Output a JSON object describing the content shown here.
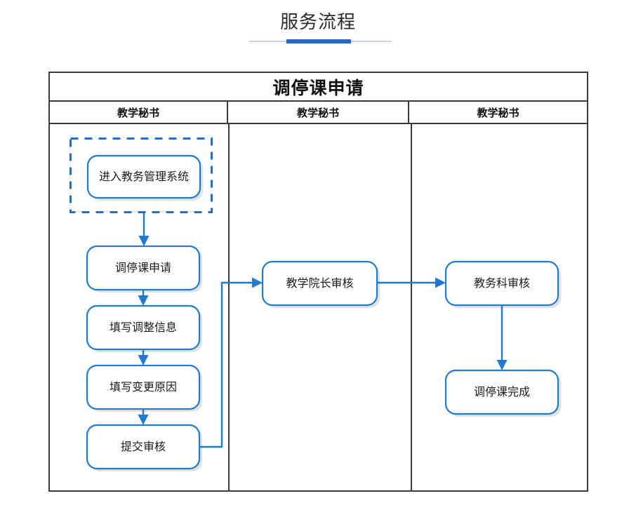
{
  "page": {
    "title": "服务流程",
    "accent_color": "#2767c4",
    "rule_color": "#c5d6ec"
  },
  "flow_table": {
    "title": "调停课申请",
    "border_color": "#3a3a3a",
    "columns": [
      {
        "header": "教学秘书"
      },
      {
        "header": "教学秘书"
      },
      {
        "header": "教学秘书"
      }
    ]
  },
  "diagram": {
    "node_border_color": "#1f7ad0",
    "dashed_border_color": "#1f6fd0",
    "nodes": [
      {
        "id": "enter-system",
        "label": "进入教务管理系统",
        "column": 1
      },
      {
        "id": "apply",
        "label": "调停课申请",
        "column": 1
      },
      {
        "id": "fill-adjust-info",
        "label": "填写调整信息",
        "column": 1
      },
      {
        "id": "fill-change-reason",
        "label": "填写变更原因",
        "column": 1
      },
      {
        "id": "submit-review",
        "label": "提交审核",
        "column": 1
      },
      {
        "id": "dean-review",
        "label": "教学院长审核",
        "column": 2
      },
      {
        "id": "office-review",
        "label": "教务科审核",
        "column": 3
      },
      {
        "id": "complete",
        "label": "调停课完成",
        "column": 3
      }
    ],
    "dashed_group_wraps": "enter-system",
    "edges": [
      {
        "from": "enter-system",
        "to": "apply"
      },
      {
        "from": "apply",
        "to": "fill-adjust-info"
      },
      {
        "from": "fill-adjust-info",
        "to": "fill-change-reason"
      },
      {
        "from": "fill-change-reason",
        "to": "submit-review"
      },
      {
        "from": "submit-review",
        "to": "dean-review"
      },
      {
        "from": "dean-review",
        "to": "office-review"
      },
      {
        "from": "office-review",
        "to": "complete"
      }
    ]
  }
}
